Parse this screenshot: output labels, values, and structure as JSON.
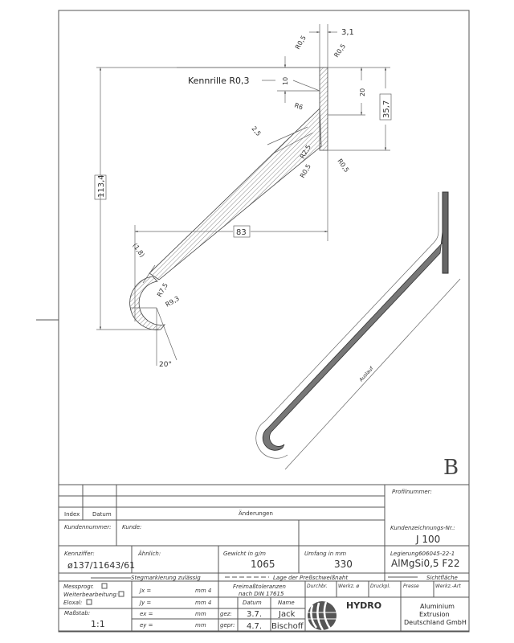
{
  "drawing": {
    "view_label": "B",
    "auslauf": "Auslauf",
    "dimensions": {
      "width_top": "3,1",
      "r_top_left": "R0,5",
      "r_top_right": "R0,5",
      "kennrille": "Kennrille R0,3",
      "d10": "10",
      "d20": "20",
      "d35_7": "35,7",
      "r6": "R6",
      "d2_5": "2,5",
      "r2_5": "R2,5",
      "r_bot_left": "R0,5",
      "r_bot_right": "R0,5",
      "d113_4": "113,4",
      "d83": "83",
      "d1_8": "(1,8)",
      "r7_5": "R7,5",
      "r9_3": "R9,3",
      "angle": "20°"
    }
  },
  "title_block": {
    "index": "Index",
    "datum": "Datum",
    "aenderungen": "Änderungen",
    "profilnummer": "Profilnummer:",
    "kundennummer": "Kundennummer:",
    "kunde": "Kunde:",
    "kundenzeichnung_label": "Kundenzeichnungs-Nr.:",
    "kundenzeichnung_value": "J 100",
    "kennziffer_label": "Kennziffer:",
    "kennziffer_value": "ø137/11643/61",
    "aehnlich_label": "Ähnlich:",
    "gewicht_label": "Gewicht in g/m",
    "gewicht_value": "1065",
    "umfang_label": "Umfang in mm",
    "umfang_value": "330",
    "legierung_label": "Legierung606045-22-1",
    "legierung_value": "AlMgSi0,5 F22",
    "stegmarkierung": "Stegmarkierung zulässig",
    "pressschweiss": "Lage der Preßschweißnaht",
    "sichtflaeche": "Sichtfläche",
    "messprogr": "Messprogr.",
    "weiterbearbeitung": "Weiterbearbeitung:",
    "eloxal": "Eloxal:",
    "massstab_label": "Maßstab:",
    "massstab_value": "1:1",
    "jx": "Jx =",
    "jy": "Jy =",
    "ex": "ex =",
    "ey": "ey =",
    "mm4": "mm 4",
    "mm": "mm",
    "freimass": "Freimaßtoleranzen",
    "din": "nach DIN 17615",
    "col_datum": "Datum",
    "col_name": "Name",
    "gez": "gez:",
    "gepr": "gepr:",
    "gez_datum": "3.7.",
    "gez_name": "Jack",
    "gepr_datum": "4.7.",
    "gepr_name": "Bischoff",
    "durchbr": "Durchbr.",
    "werkz_o": "Werkz. ø",
    "druckpl": "Druckpl.",
    "presse": "Presse",
    "werkz_art": "Werkz.-Art",
    "logo_text": "HYDRO",
    "company_1": "Aluminium",
    "company_2": "Extrusion",
    "company_3": "Deutschland GmbH"
  }
}
